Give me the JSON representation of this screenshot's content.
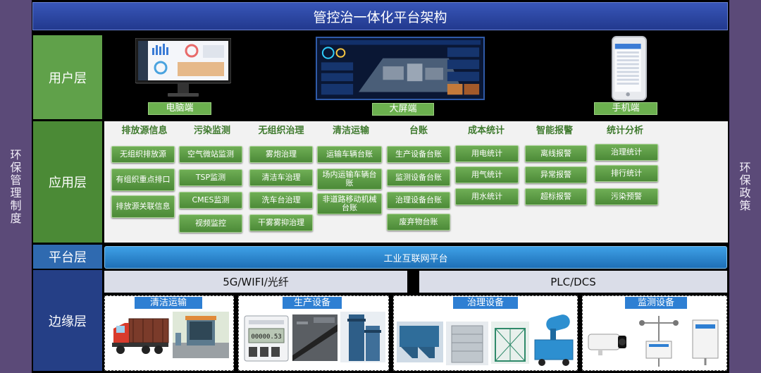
{
  "title": "管控治一体化平台架构",
  "left_side_label": "环保管理制度",
  "right_side_label": "环保政策",
  "layers": {
    "user": "用户层",
    "application": "应用层",
    "platform": "平台层",
    "edge": "边缘层"
  },
  "user_devices": [
    {
      "label": "电脑端",
      "icon": "desktop-monitor-icon"
    },
    {
      "label": "大屏端",
      "icon": "big-screen-icon"
    },
    {
      "label": "手机端",
      "icon": "mobile-phone-icon"
    }
  ],
  "app_columns": [
    {
      "title": "排放源信息",
      "items": [
        "无组织排放源",
        "有组织重点排口",
        "排放源关联信息"
      ]
    },
    {
      "title": "污染监测",
      "items": [
        "空气微站监测",
        "TSP监测",
        "CMES监测",
        "视频监控"
      ]
    },
    {
      "title": "无组织治理",
      "items": [
        "雾炮治理",
        "清洁车治理",
        "洗车台治理",
        "干雾雾抑治理"
      ]
    },
    {
      "title": "清洁运输",
      "items": [
        "运输车辆台账",
        "场内运输车辆台账",
        "非道路移动机械台账"
      ]
    },
    {
      "title": "台账",
      "items": [
        "生产设备台账",
        "监测设备台账",
        "治理设备台账",
        "废弃物台账"
      ]
    },
    {
      "title": "成本统计",
      "items": [
        "用电统计",
        "用气统计",
        "用水统计"
      ]
    },
    {
      "title": "智能报警",
      "items": [
        "离线报警",
        "异常报警",
        "超标报警"
      ]
    },
    {
      "title": "统计分析",
      "items": [
        "治理统计",
        "排行统计",
        "污染预警"
      ]
    }
  ],
  "platform": "工业互联网平台",
  "networks": [
    "5G/WIFI/光纤",
    "PLC/DCS"
  ],
  "edge_groups": [
    {
      "label": "清洁运输",
      "icons": [
        "truck-icon",
        "car-wash-station-icon"
      ]
    },
    {
      "label": "生产设备",
      "icons": [
        "electric-meter-icon",
        "conveyor-belt-icon",
        "industrial-tower-icon"
      ]
    },
    {
      "label": "治理设备",
      "icons": [
        "dust-collector-icon",
        "purification-tower-icon",
        "steel-frame-icon",
        "fog-cannon-icon"
      ]
    },
    {
      "label": "监测设备",
      "icons": [
        "cctv-camera-icon",
        "weather-station-icon",
        "monitoring-cabinet-icon"
      ]
    }
  ],
  "meter_reading": "00000.53"
}
